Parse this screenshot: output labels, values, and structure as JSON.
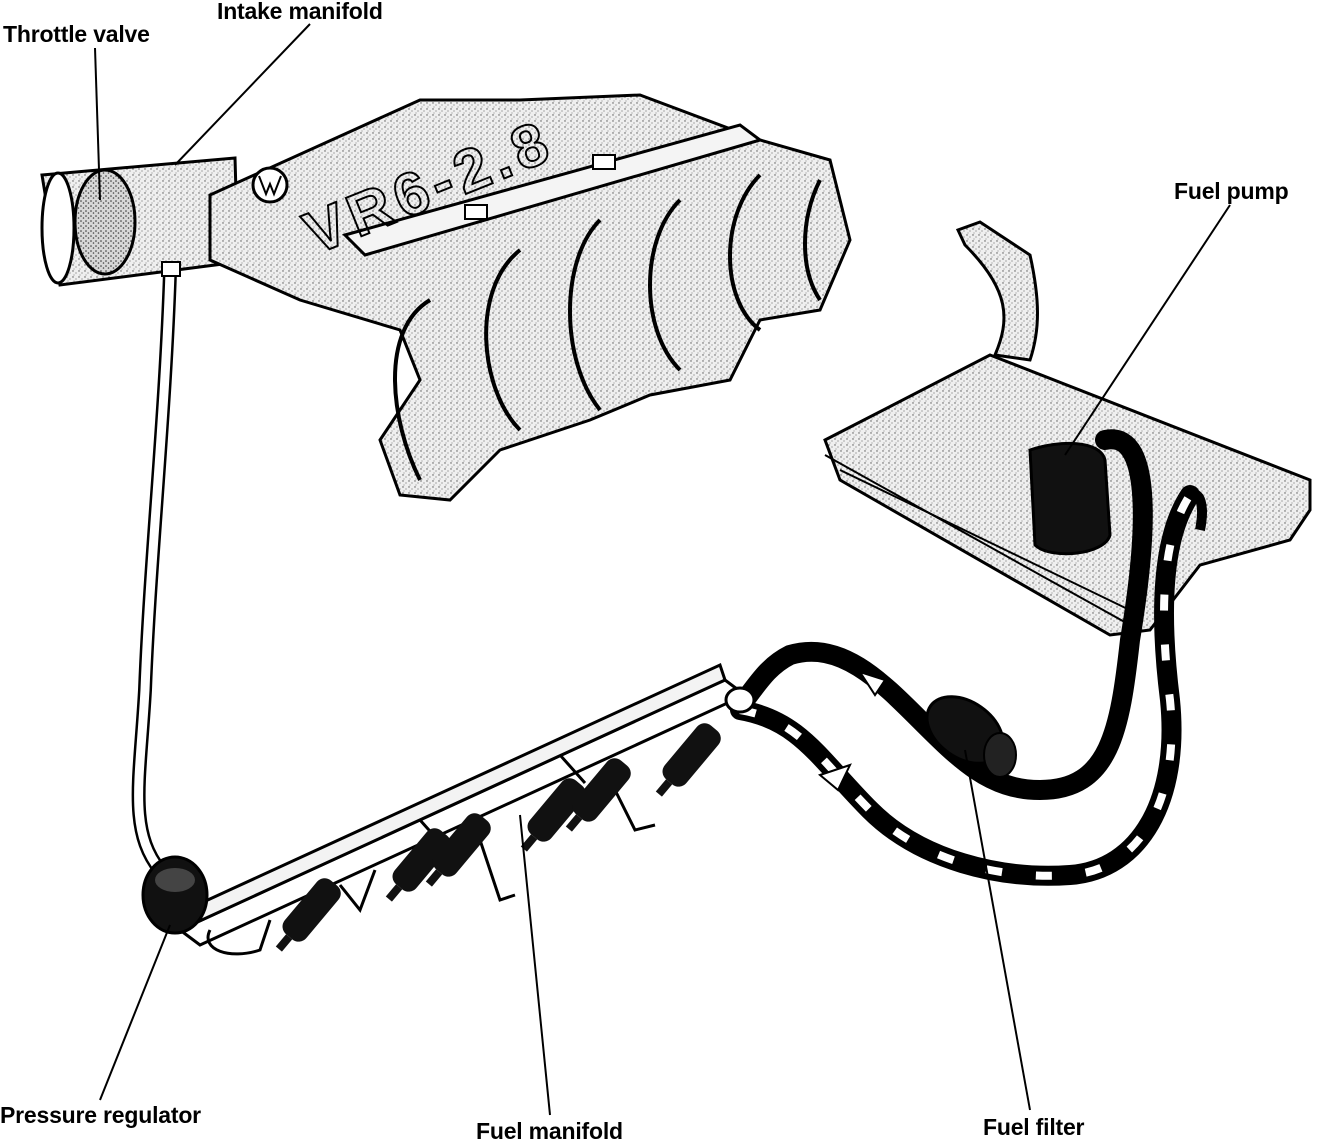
{
  "labels": {
    "throttle_valve": "Throttle valve",
    "intake_manifold": "Intake manifold",
    "fuel_pump": "Fuel pump",
    "pressure_regulator": "Pressure regulator",
    "fuel_manifold": "Fuel manifold",
    "fuel_filter": "Fuel filter"
  },
  "engine_badge": "VR6-2.8",
  "colors": {
    "ink": "#000000",
    "paper": "#ffffff",
    "stipple": "#c9c9c9"
  }
}
